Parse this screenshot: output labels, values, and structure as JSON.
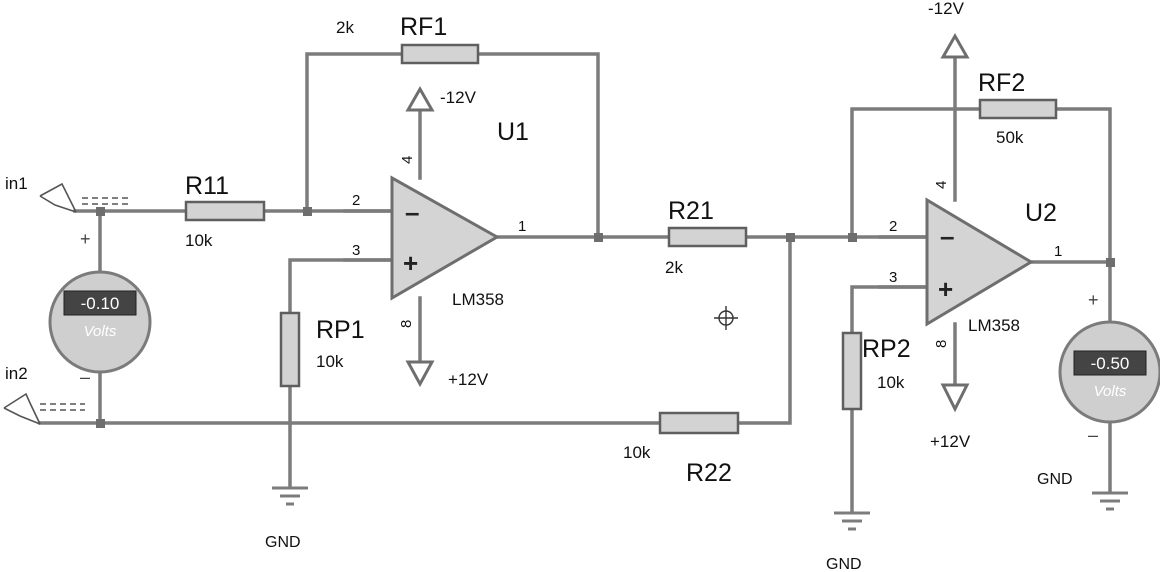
{
  "inputs": {
    "in1": {
      "name": "in1"
    },
    "in2": {
      "name": "in2"
    }
  },
  "meter1": {
    "value": "-0.10",
    "unit": "Volts",
    "plus": "+",
    "minus": "–"
  },
  "meter2": {
    "value": "-0.50",
    "unit": "Volts",
    "plus": "+",
    "minus": "–"
  },
  "u1": {
    "name": "U1",
    "part": "LM358",
    "pin_inv": "2",
    "pin_noninv": "3",
    "pin_out": "1",
    "pin_vneg": "4",
    "pin_vpos": "8",
    "vneg_label": "-12V",
    "vpos_label": "+12V"
  },
  "u2": {
    "name": "U2",
    "part": "LM358",
    "pin_inv": "2",
    "pin_noninv": "3",
    "pin_out": "1",
    "pin_vneg": "4",
    "pin_vpos": "8",
    "vneg_label": "-12V",
    "vpos_label": "+12V"
  },
  "resistors": {
    "r11": {
      "name": "R11",
      "value": "10k"
    },
    "rf1": {
      "name": "RF1",
      "value": "2k"
    },
    "rp1": {
      "name": "RP1",
      "value": "10k"
    },
    "r21": {
      "name": "R21",
      "value": "2k"
    },
    "r22": {
      "name": "R22",
      "value": "10k"
    },
    "rf2": {
      "name": "RF2",
      "value": "50k"
    },
    "rp2": {
      "name": "RP2",
      "value": "10k"
    }
  },
  "grounds": {
    "g1": "GND",
    "g2": "GND",
    "g3": "GND"
  },
  "colors": {
    "wire": "#7c7c7c",
    "component_fill": "#d3d3d3",
    "meter_display": "#444444"
  }
}
